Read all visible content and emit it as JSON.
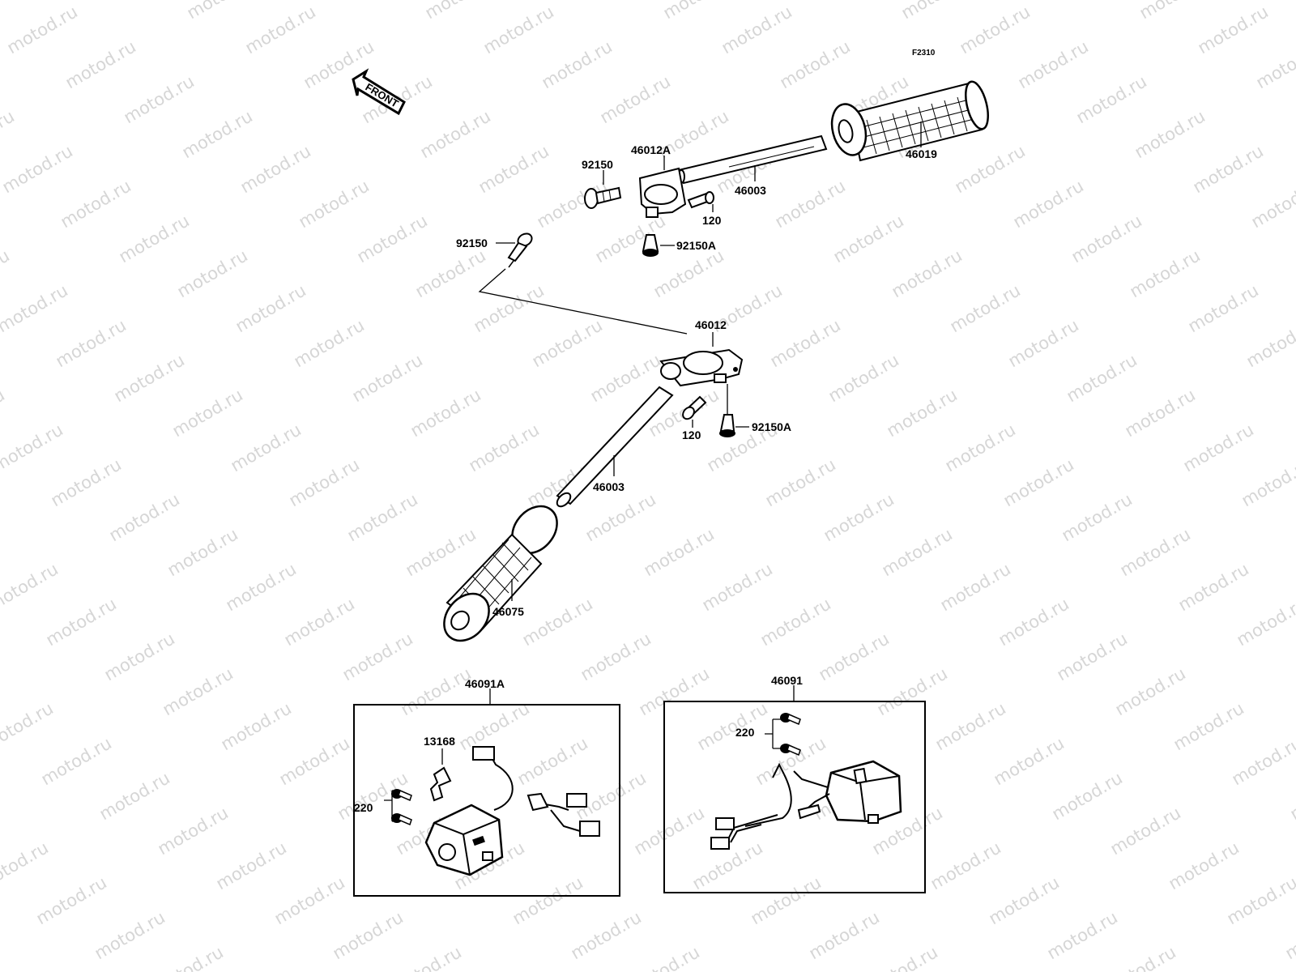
{
  "watermark": "motod.ru",
  "figure_code": "F2310",
  "front_label": "FRONT",
  "parts": {
    "p46019": "46019",
    "p46003_top": "46003",
    "p46012A": "46012A",
    "p92150_top": "92150",
    "p120_top": "120",
    "p92150A_top": "92150A",
    "p92150_mid": "92150",
    "p46012": "46012",
    "p120_mid": "120",
    "p92150A_mid": "92150A",
    "p46003_mid": "46003",
    "p46075": "46075",
    "p46091A": "46091A",
    "p13168": "13168",
    "p220_left": "220",
    "p46091": "46091",
    "p220_right": "220"
  }
}
